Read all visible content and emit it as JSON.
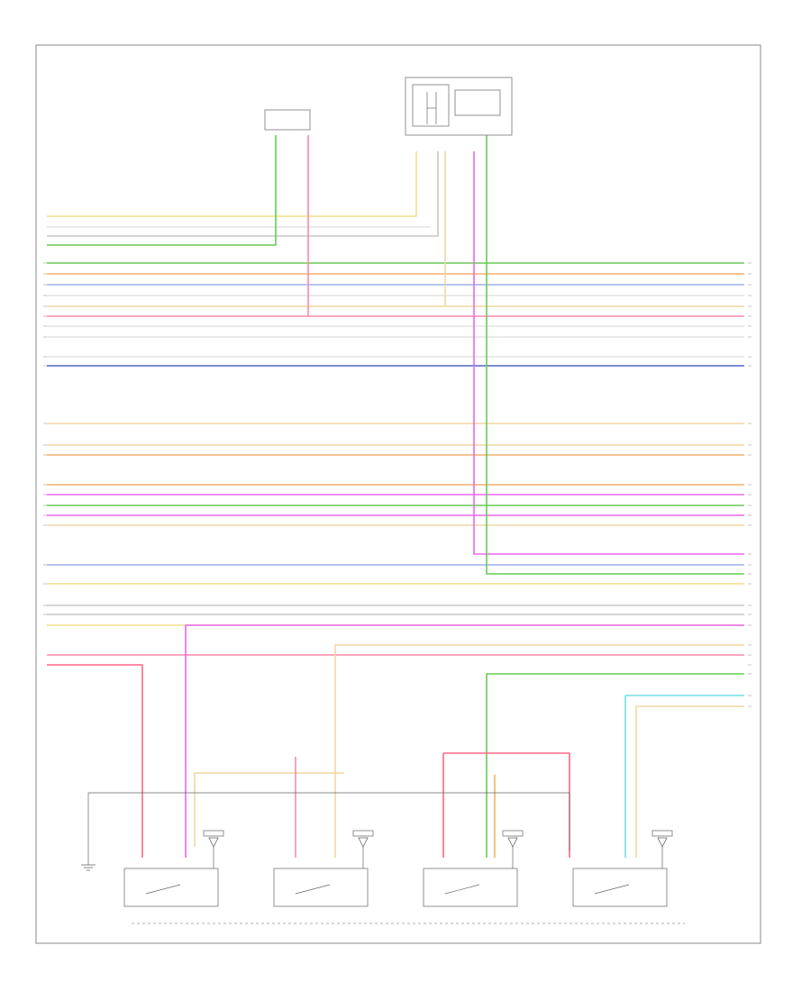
{
  "diagram": {
    "title_line1": "",
    "title_line2": "",
    "page_id": "",
    "colors": {
      "yellow": "#f2df8a",
      "tan": "#f1d7a3",
      "grey": "#c6c6c6",
      "green": "#66cc55",
      "orange": "#f5b06a",
      "blue": "#4d66cc",
      "lightblue": "#9fb0e6",
      "pink": "#ff88aa",
      "magenta": "#ee66ee",
      "red": "#ff6688",
      "cyan": "#77dddd",
      "white": "#e4e4e4"
    },
    "wires": [
      {
        "color": "yellow",
        "left": "",
        "right": ""
      },
      {
        "color": "grey",
        "left": "",
        "right": ""
      },
      {
        "color": "green",
        "left": "",
        "right": ""
      },
      {
        "color": "orange",
        "left": "",
        "right": ""
      },
      {
        "color": "lightblue",
        "left": "",
        "right": ""
      },
      {
        "color": "tan",
        "left": "",
        "right": ""
      },
      {
        "color": "pink",
        "left": "",
        "right": ""
      },
      {
        "color": "blue",
        "left": "",
        "right": ""
      },
      {
        "color": "magenta",
        "left": "",
        "right": ""
      },
      {
        "color": "cyan",
        "left": "",
        "right": ""
      }
    ]
  }
}
